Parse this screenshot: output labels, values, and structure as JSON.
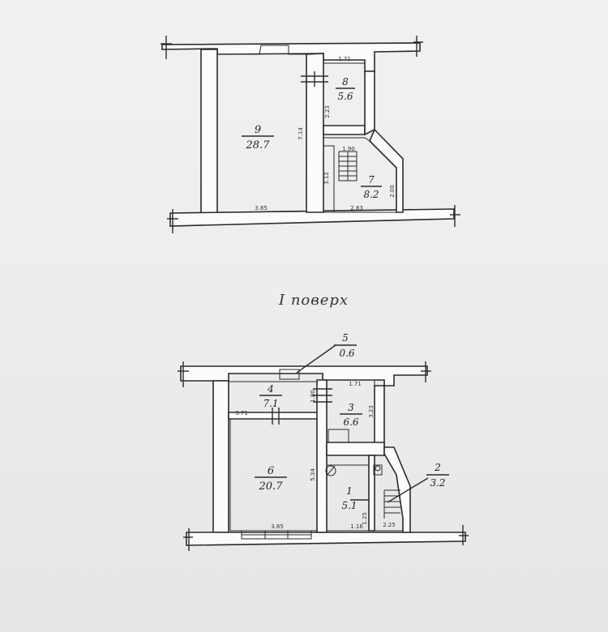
{
  "upper_floor": {
    "rooms": [
      {
        "number": "9",
        "area": "28.7"
      },
      {
        "number": "8",
        "area": "5.6"
      },
      {
        "number": "7",
        "area": "8.2"
      }
    ],
    "dimensions": {
      "d1": "1.71",
      "d2": "2.23",
      "d3": "7.14",
      "d4": "1.90",
      "d5": "3.12",
      "d6": "2.00",
      "d7": "3.85",
      "d8": "2.83"
    }
  },
  "floor_label": "I поверх",
  "lower_floor": {
    "rooms": [
      {
        "number": "5",
        "area": "0.6"
      },
      {
        "number": "4",
        "area": "7.1"
      },
      {
        "number": "3",
        "area": "6.6"
      },
      {
        "number": "6",
        "area": "20.7"
      },
      {
        "number": "1",
        "area": "5.1"
      },
      {
        "number": "2",
        "area": "3.2"
      }
    ],
    "dimensions": {
      "d1": "1.71",
      "d2": "1.80",
      "d3": "3.71",
      "d4": "3.23",
      "d5": "5.34",
      "d6": "3.85",
      "d7": "1.25",
      "d8": "1.16",
      "d9": "2.25"
    }
  }
}
